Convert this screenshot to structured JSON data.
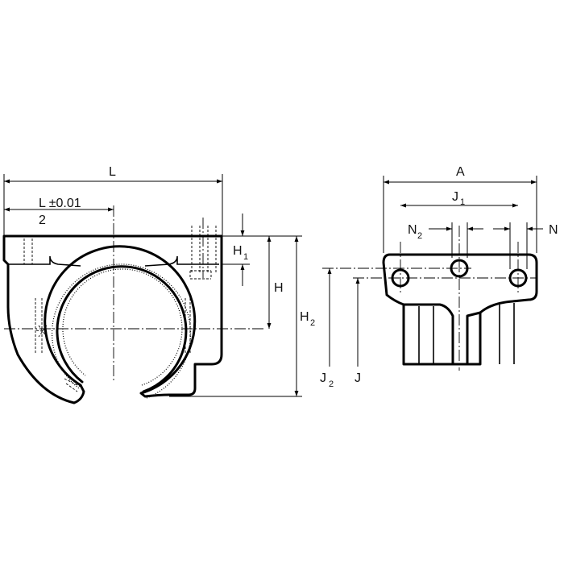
{
  "front_view": {
    "dim_L": "L",
    "dim_L_half": "L ±0.01",
    "dim_L_half_divisor": "2",
    "dim_H1": "H",
    "dim_H1_sub": "1",
    "dim_H": "H",
    "dim_H2": "H",
    "dim_H2_sub": "2"
  },
  "side_view": {
    "dim_A": "A",
    "dim_J1": "J",
    "dim_J1_sub": "1",
    "dim_N2": "N",
    "dim_N2_sub": "2",
    "dim_N": "N",
    "dim_J2": "J",
    "dim_J2_sub": "2",
    "dim_J": "J"
  }
}
